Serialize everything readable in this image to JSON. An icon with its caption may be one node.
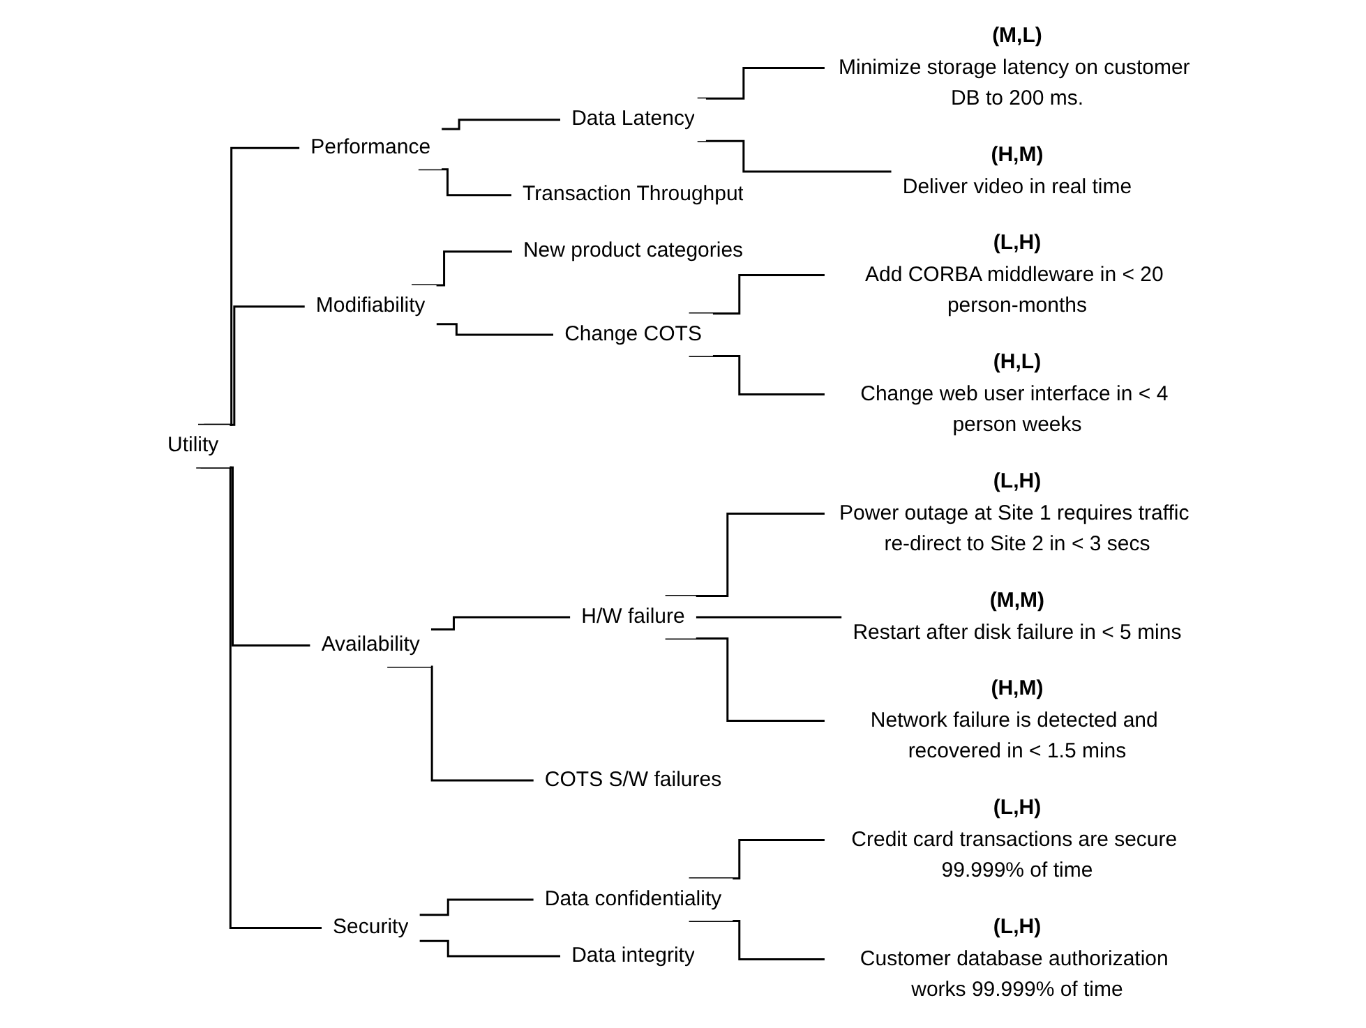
{
  "diagram": {
    "nodes": [
      {
        "text": [
          "Utility"
        ]
      },
      {
        "text": [
          "Performance"
        ]
      },
      {
        "text": [
          "Data Latency"
        ]
      },
      {
        "text": [
          "Transaction Throughput"
        ]
      },
      {
        "text": [
          "(M,L)",
          "Minimize storage latency on customer DB to 200 ms."
        ]
      },
      {
        "text": [
          "(H,M)",
          "Deliver video in real time"
        ]
      },
      {
        "text": [
          "Modifiability"
        ]
      },
      {
        "text": [
          "New product categories"
        ]
      },
      {
        "text": [
          "Change COTS"
        ]
      },
      {
        "text": [
          "(L,H)",
          "Add CORBA middleware in < 20 person-months"
        ]
      },
      {
        "text": [
          "(H,L)",
          "Change web user interface in < 4 person weeks"
        ]
      },
      {
        "text": [
          "Availability"
        ]
      },
      {
        "text": [
          "H/W failure"
        ]
      },
      {
        "text": [
          "COTS S/W failures"
        ]
      },
      {
        "text": [
          "(L,H)",
          "Power outage at Site 1 requires traffic re-direct to Site 2 in < 3 secs"
        ]
      },
      {
        "text": [
          "(M,M)",
          "Restart after disk failure in < 5 mins"
        ]
      },
      {
        "text": [
          "(H,M)",
          "Network failure is detected and recovered in < 1.5 mins"
        ]
      },
      {
        "text": [
          "Security"
        ]
      },
      {
        "text": [
          "Data confidentiality"
        ]
      },
      {
        "text": [
          "Data integrity"
        ]
      },
      {
        "text": [
          "(L,H)",
          "Credit card transactions are secure 99.999% of time"
        ]
      },
      {
        "text": [
          "(L,H)",
          "Customer database authorization works 99.999% of time"
        ]
      }
    ],
    "edges": [
      {
        "from": 0,
        "to": 1,
        "arrow": "none"
      },
      {
        "from": 1,
        "to": 2,
        "arrow": "none"
      },
      {
        "from": 1,
        "to": 3,
        "arrow": "none"
      },
      {
        "from": 2,
        "to": 4,
        "arrow": "none"
      },
      {
        "from": 2,
        "to": 5,
        "arrow": "none"
      },
      {
        "from": 0,
        "to": 6,
        "arrow": "none"
      },
      {
        "from": 6,
        "to": 7,
        "arrow": "none"
      },
      {
        "from": 6,
        "to": 8,
        "arrow": "none"
      },
      {
        "from": 8,
        "to": 9,
        "arrow": "none"
      },
      {
        "from": 8,
        "to": 10,
        "arrow": "none"
      },
      {
        "from": 0,
        "to": 11,
        "arrow": "none"
      },
      {
        "from": 11,
        "to": 12,
        "arrow": "none"
      },
      {
        "from": 11,
        "to": 13,
        "arrow": "none"
      },
      {
        "from": 12,
        "to": 14,
        "arrow": "none"
      },
      {
        "from": 12,
        "to": 15,
        "arrow": "none"
      },
      {
        "from": 12,
        "to": 16,
        "arrow": "none"
      },
      {
        "from": 0,
        "to": 17,
        "arrow": "none"
      },
      {
        "from": 17,
        "to": 18,
        "arrow": "none"
      },
      {
        "from": 17,
        "to": 19,
        "arrow": "none"
      },
      {
        "from": 18,
        "to": 20,
        "arrow": "none"
      },
      {
        "from": 18,
        "to": 21,
        "arrow": "none"
      }
    ]
  }
}
